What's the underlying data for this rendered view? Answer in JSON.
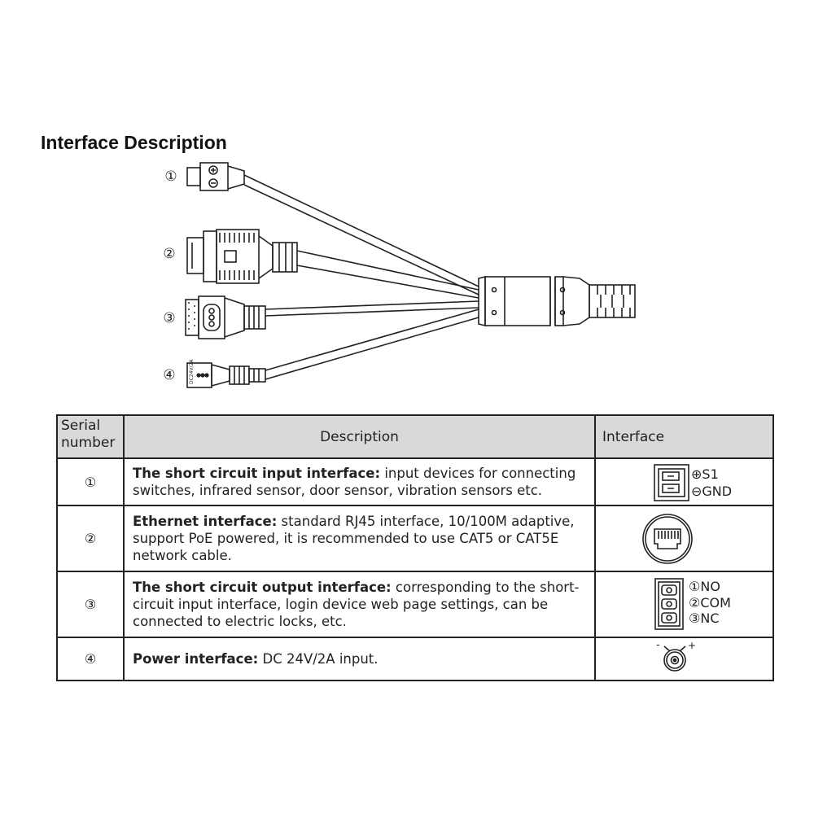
{
  "title": "Interface Description",
  "diagram_markers": [
    "①",
    "②",
    "③",
    "④"
  ],
  "table": {
    "headers": {
      "serial": "Serial number",
      "description": "Description",
      "interface": "Interface"
    },
    "rows": [
      {
        "num": "①",
        "name": "The short circuit input interface:",
        "text": " input devices for connecting switches, infrared sensor, door sensor, vibration sensors etc.",
        "labels": [
          "⊕S1",
          "⊖GND"
        ]
      },
      {
        "num": "②",
        "name": "Ethernet interface:",
        "text": " standard RJ45 interface, 10/100M adaptive, support PoE powered, it is recommended to use CAT5 or CAT5E network cable.",
        "labels": []
      },
      {
        "num": "③",
        "name": "The short circuit output interface:",
        "text": " corresponding to the short-circuit input interface, login device web page settings, can be connected to electric locks, etc.",
        "labels": [
          "①NO",
          "②COM",
          "③NC"
        ]
      },
      {
        "num": "④",
        "name": "Power interface:",
        "text": " DC 24V/2A input.",
        "labels": [
          "-",
          "+"
        ]
      }
    ]
  },
  "connector_print": "DC24V/2A"
}
